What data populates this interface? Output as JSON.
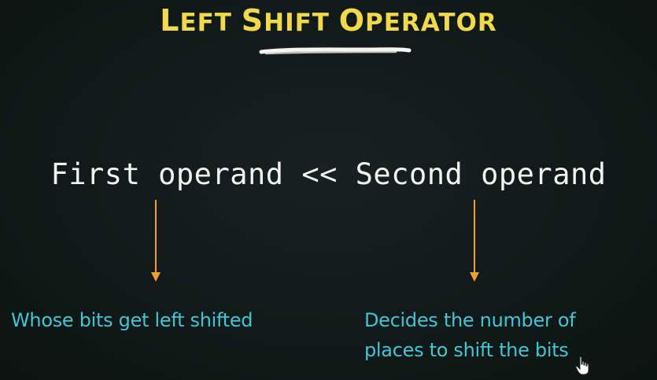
{
  "slide": {
    "title": "LEFT SHIFT OPERATOR",
    "title_parts": {
      "first": "L",
      "rest1": "EFT ",
      "mid": "S",
      "rest2": "HIFT ",
      "last": "O",
      "rest3": "PERATOR"
    },
    "expression": "First operand << Second operand",
    "notes": {
      "left": "Whose bits get left shifted",
      "right_line1": "Decides the number of",
      "right_line2": "places to shift the bits"
    },
    "colors": {
      "title": "#f0d94a",
      "arrow": "#f0a030",
      "note": "#3ec6d6",
      "expression": "#f2f2f2",
      "background": "#111a18"
    },
    "icons": {
      "underline": "brush-stroke-underline",
      "arrows": "down-arrow-icon",
      "cursor": "hand-pointer-cursor-icon"
    }
  }
}
